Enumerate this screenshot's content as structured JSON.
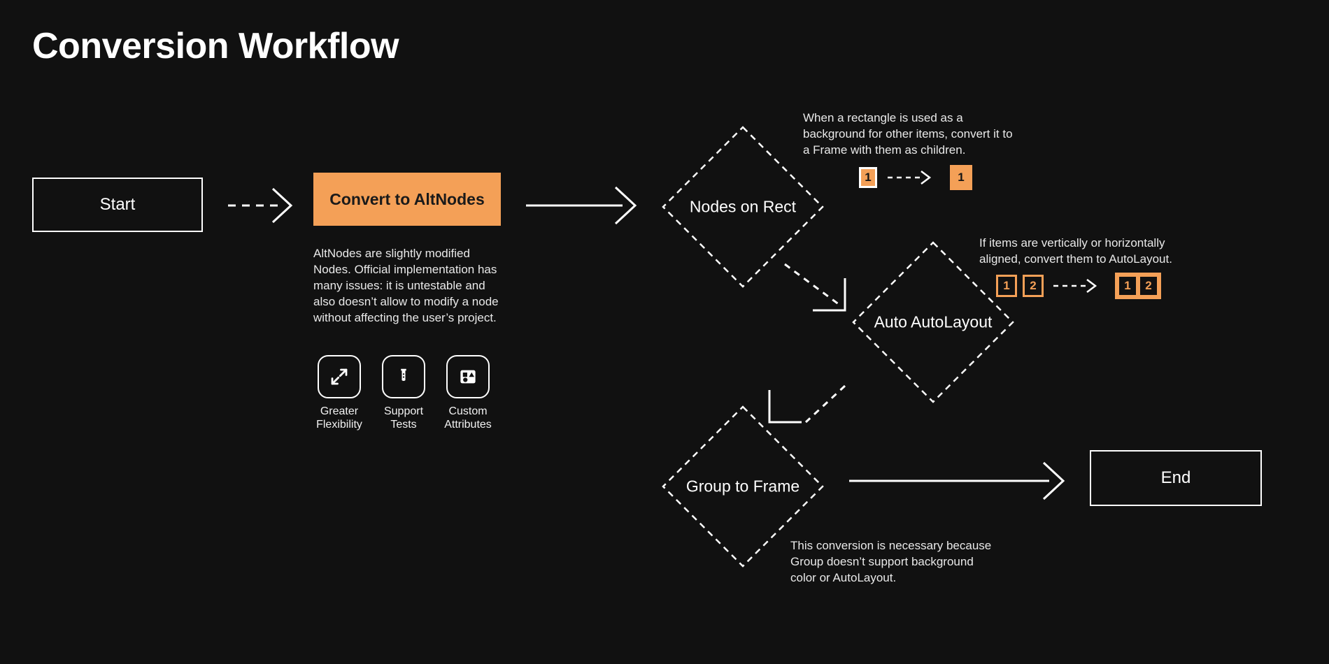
{
  "page": {
    "title": "Conversion Workflow",
    "background_color": "#111111",
    "accent_color": "#F4A057",
    "text_color": "#ffffff"
  },
  "flow": {
    "start_node": {
      "label": "Start",
      "shape": "rectangle"
    },
    "convert_node": {
      "label": "Convert to AltNodes",
      "shape": "rectangle",
      "fill": "#F4A057"
    },
    "end_node": {
      "label": "End",
      "shape": "rectangle"
    },
    "decision_nodes": [
      {
        "label": "Nodes on Rect",
        "shape": "diamond"
      },
      {
        "label": "Auto AutoLayout",
        "shape": "diamond"
      },
      {
        "label": "Group to Frame",
        "shape": "diamond"
      }
    ]
  },
  "convert_details": {
    "description": "AltNodes are slightly modified Nodes. Official implementation has many issues: it is untestable and also doesn’t allow to modify a node without affecting the user’s project.",
    "features": [
      {
        "icon": "expand-arrows-icon",
        "label": "Greater\nFlexibility"
      },
      {
        "icon": "test-tube-icon",
        "label": "Support\nTests"
      },
      {
        "icon": "shapes-icon",
        "label": "Custom\nAttributes"
      }
    ]
  },
  "annotations": [
    {
      "id": "nodes-on-rect",
      "text": "When a rectangle is used as a background for other items, convert it to a Frame with them as children.",
      "before_badges": [
        {
          "value": "1",
          "style": "filled-white-border"
        }
      ],
      "after_badges": [
        {
          "value": "1",
          "style": "filled-no-border"
        }
      ],
      "connector": "dashed-arrow"
    },
    {
      "id": "auto-autolayout",
      "text": "If items are vertically or horizontally aligned, convert them to AutoLayout.",
      "before_badges": [
        {
          "value": "1",
          "style": "outlined"
        },
        {
          "value": "2",
          "style": "outlined"
        }
      ],
      "after_badges": [
        {
          "value": "1",
          "style": "outlined"
        },
        {
          "value": "2",
          "style": "outlined"
        }
      ],
      "after_group_framed": true,
      "connector": "dashed-arrow"
    },
    {
      "id": "group-to-frame",
      "text": "This conversion is necessary because Group doesn’t support background color or AutoLayout.",
      "before_badges": [],
      "after_badges": [],
      "connector": "none"
    }
  ],
  "connectors": [
    {
      "from": "start-node",
      "to": "convert-node",
      "style": "dashed"
    },
    {
      "from": "convert-node",
      "to": "nodes-on-rect",
      "style": "solid"
    },
    {
      "from": "nodes-on-rect",
      "to": "auto-autolayout",
      "style": "dashed-diagonal"
    },
    {
      "from": "auto-autolayout",
      "to": "group-to-frame",
      "style": "dashed-diagonal"
    },
    {
      "from": "group-to-frame",
      "to": "end-node",
      "style": "solid"
    }
  ]
}
